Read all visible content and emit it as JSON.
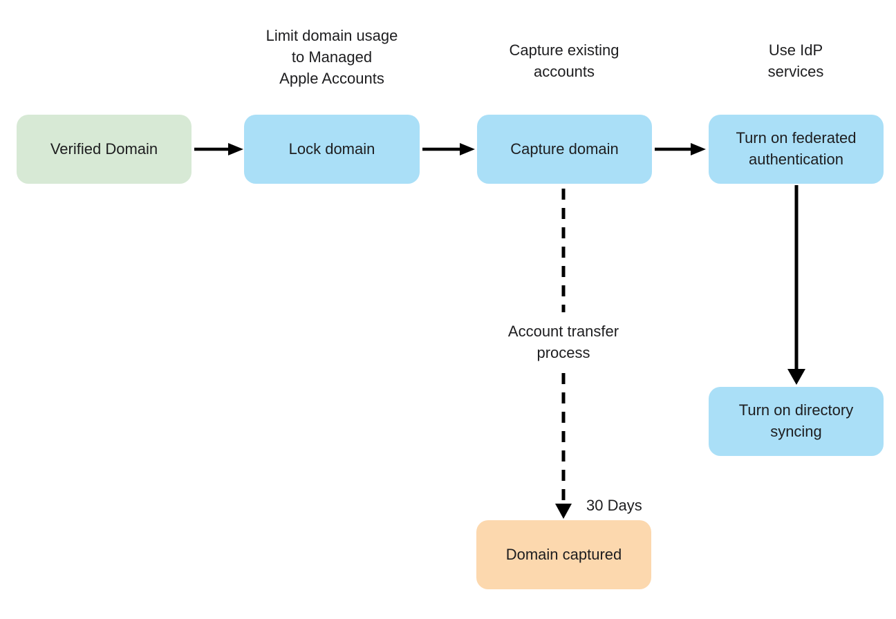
{
  "diagram": {
    "colors": {
      "background": "#ffffff",
      "text": "#1d1d1f",
      "arrow": "#000000",
      "node_green": "#d7e9d5",
      "node_blue": "#aadff7",
      "node_orange": "#fcd8ae"
    },
    "nodes": [
      {
        "id": "verified-domain",
        "label": "Verified Domain",
        "fill": "#d7e9d5"
      },
      {
        "id": "lock-domain",
        "label": "Lock domain",
        "fill": "#aadff7"
      },
      {
        "id": "capture-domain",
        "label": "Capture domain",
        "fill": "#aadff7"
      },
      {
        "id": "turn-on-federated-authentication",
        "label": "Turn on federated\nauthentication",
        "fill": "#aadff7"
      },
      {
        "id": "turn-on-directory-syncing",
        "label": "Turn on directory\nsyncing",
        "fill": "#aadff7"
      },
      {
        "id": "domain-captured",
        "label": "Domain captured",
        "fill": "#fcd8ae"
      }
    ],
    "annotations": [
      {
        "id": "limit-domain-usage",
        "text": "Limit domain usage\nto Managed\nApple Accounts"
      },
      {
        "id": "capture-existing",
        "text": "Capture existing\naccounts"
      },
      {
        "id": "use-idp",
        "text": "Use IdP\nservices"
      },
      {
        "id": "account-transfer",
        "text": "Account transfer\nprocess"
      },
      {
        "id": "30-days",
        "text": "30 Days"
      }
    ],
    "edges": [
      {
        "from": "verified-domain",
        "to": "lock-domain",
        "style": "solid",
        "direction": "right"
      },
      {
        "from": "lock-domain",
        "to": "capture-domain",
        "style": "solid",
        "direction": "right"
      },
      {
        "from": "capture-domain",
        "to": "turn-on-federated-authentication",
        "style": "solid",
        "direction": "right"
      },
      {
        "from": "turn-on-federated-authentication",
        "to": "turn-on-directory-syncing",
        "style": "solid",
        "direction": "down"
      },
      {
        "from": "capture-domain",
        "to": "domain-captured",
        "style": "dashed",
        "direction": "down",
        "labels": [
          "Account transfer\nprocess",
          "30 Days"
        ]
      }
    ]
  }
}
